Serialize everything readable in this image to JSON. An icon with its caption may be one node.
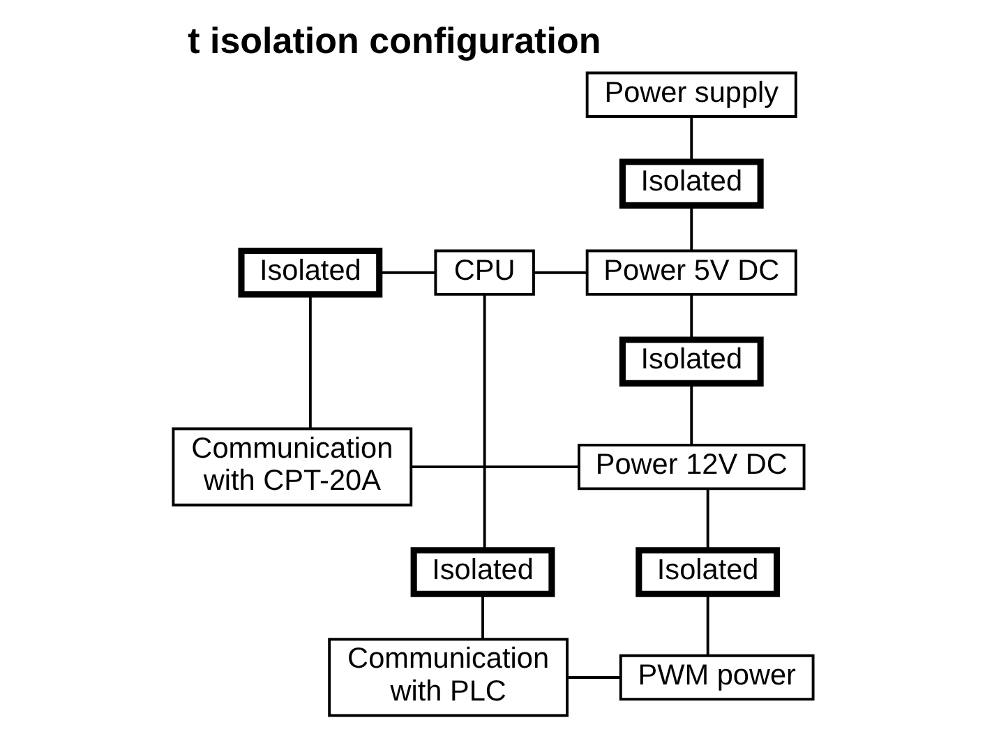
{
  "diagram": {
    "title": "t isolation configuration",
    "nodes": [
      {
        "text": [
          "Power supply"
        ]
      },
      {
        "text": [
          "Isolated"
        ]
      },
      {
        "text": [
          "Isolated"
        ]
      },
      {
        "text": [
          "CPU"
        ]
      },
      {
        "text": [
          "Power 5V DC"
        ]
      },
      {
        "text": [
          "Isolated"
        ]
      },
      {
        "text": [
          "Communication with CPT-20A"
        ]
      },
      {
        "text": [
          "Power 12V DC"
        ]
      },
      {
        "text": [
          "Isolated"
        ]
      },
      {
        "text": [
          "Isolated"
        ]
      },
      {
        "text": [
          "Communication with PLC"
        ]
      },
      {
        "text": [
          "PWM power"
        ]
      }
    ],
    "edges": [
      {
        "from": 0,
        "to": 1,
        "arrow": "none"
      },
      {
        "from": 1,
        "to": 4,
        "arrow": "none"
      },
      {
        "from": 2,
        "to": 3,
        "arrow": "none"
      },
      {
        "from": 3,
        "to": 4,
        "arrow": "none"
      },
      {
        "from": 2,
        "to": 6,
        "arrow": "none"
      },
      {
        "from": 4,
        "to": 5,
        "arrow": "none"
      },
      {
        "from": 5,
        "to": 7,
        "arrow": "none"
      },
      {
        "from": 6,
        "to": 7,
        "arrow": "none"
      },
      {
        "from": 3,
        "to": 8,
        "arrow": "none"
      },
      {
        "from": 7,
        "to": 9,
        "arrow": "none"
      },
      {
        "from": 8,
        "to": 10,
        "arrow": "none"
      },
      {
        "from": 9,
        "to": 11,
        "arrow": "none"
      },
      {
        "from": 10,
        "to": 11,
        "arrow": "none"
      }
    ]
  }
}
